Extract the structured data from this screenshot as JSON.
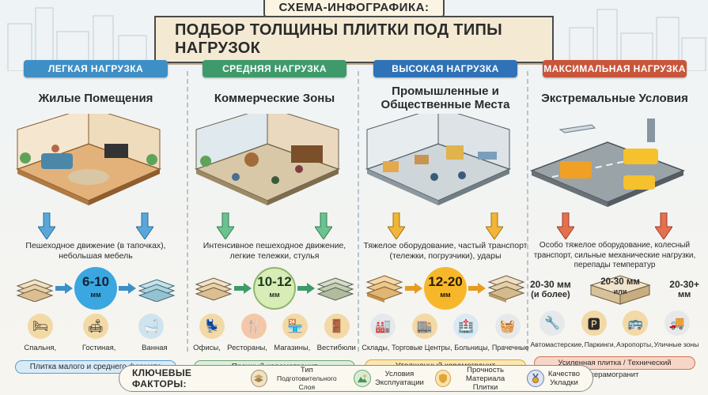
{
  "title": {
    "line1": "СХЕМА-ИНФОГРАФИКА:",
    "line2": "ПОДБОР ТОЛЩИНЫ ПЛИТКИ ПОД ТИПЫ НАГРУЗОК"
  },
  "columns": [
    {
      "tab": "ЛЕГКАЯ НАГРУЗКА",
      "zone": "Жилые Помещения",
      "description": "Пешеходное движение (в тапочках), небольшая мебель",
      "thickness_main": "6-10",
      "thickness_unit": "мм",
      "categories": [
        "Спальня,",
        "Гостиная,",
        "Ванная"
      ],
      "strip": "Плитка малого и среднего формата",
      "color": "#3e8fc6"
    },
    {
      "tab": "СРЕДНЯЯ НАГРУЗКА",
      "zone": "Коммерческие Зоны",
      "description": "Интенсивное пешеходное движение, легкие тележки, стулья",
      "thickness_main": "10-12",
      "thickness_unit": "мм",
      "categories": [
        "Офисы,",
        "Рестораны,",
        "Магазины,",
        "Вестибюли"
      ],
      "strip": "Прочный керамогранит",
      "color": "#3e9a6b"
    },
    {
      "tab": "ВЫСОКАЯ НАГРУЗКА",
      "zone": "Промышленные и Общественные Места",
      "description": "Тяжелое оборудование, частый транспорт (тележки, погрузчики), удары",
      "thickness_main": "12-20",
      "thickness_unit": "мм",
      "categories": [
        "Склады,",
        "Торговые Центры,",
        "Больницы,",
        "Прачечные"
      ],
      "strip": "Утолщенный керамогранит",
      "color": "#2f72b8"
    },
    {
      "tab": "МАКСИМАЛЬНАЯ НАГРУЗКА",
      "zone": "Экстремальные Условия",
      "description": "Особо тяжелое оборудование, колесный транспорт, сильные механические нагрузки, перепады температур",
      "thickness_left": "20-30 мм",
      "thickness_left_sub": "(и более)",
      "thickness_mid": "20-30 мм",
      "thickness_mid_sub": "или",
      "thickness_right": "20-30+",
      "thickness_right_sub": "мм",
      "categories": [
        "Автомастерские,",
        "Паркинги,",
        "Аэропорты,",
        "Уличные зоны"
      ],
      "strip": "Усиленная плитка / Технический керамогранит",
      "color": "#c9553a"
    }
  ],
  "footer": {
    "label": "КЛЮЧЕВЫЕ ФАКТОРЫ:",
    "factors": [
      {
        "line1": "Тип",
        "line2": "Подготовительного Слоя",
        "icon": "layers-icon"
      },
      {
        "line1": "Условия",
        "line2": "Эксплуатации",
        "icon": "landscape-icon"
      },
      {
        "line1": "Прочность",
        "line2": "Материала Плитки",
        "icon": "shield-icon"
      },
      {
        "line1": "Качество",
        "line2": "Укладки",
        "icon": "medal-icon"
      }
    ]
  }
}
